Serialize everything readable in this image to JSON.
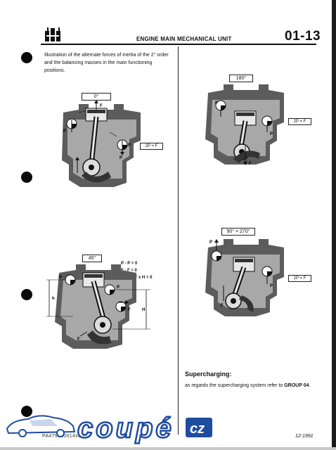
{
  "header": {
    "title": "ENGINE MAIN MECHANICAL UNIT",
    "code": "01-13"
  },
  "intro": {
    "text": "Illustration of the alternate forces of inertia of the 2° order and the balancing masses in the main functioning positions."
  },
  "diagrams": {
    "d0": {
      "angle": "0°",
      "formula": "2P = F",
      "labels": [
        "P",
        "F",
        "P",
        "P"
      ]
    },
    "d45": {
      "angle": "45°",
      "equations": [
        "P - P = 0",
        "F - F = 0",
        "P x h - F x H = 0"
      ],
      "labels": [
        "P",
        "P",
        "F",
        "F",
        "h",
        "H"
      ]
    },
    "d180": {
      "angle": "180°",
      "formula": "2P = F",
      "labels": [
        "P",
        "P",
        "F"
      ]
    },
    "d90": {
      "angle": "90° = 270°",
      "formula": "2P = F",
      "labels": [
        "P",
        "P",
        "F"
      ]
    }
  },
  "supercharging": {
    "title": "Supercharging:",
    "text_prefix": "as regards the supercharging system refer to ",
    "text_bold": "GROUP 04",
    "text_suffix": "."
  },
  "footer": {
    "code": "PA479900014x0000",
    "date": "12-1991"
  },
  "watermark": {
    "text": "coupé",
    "badge": "cz"
  },
  "colors": {
    "watermark_blue": "#1f4d9e",
    "watermark_light": "#c9d6ee"
  }
}
